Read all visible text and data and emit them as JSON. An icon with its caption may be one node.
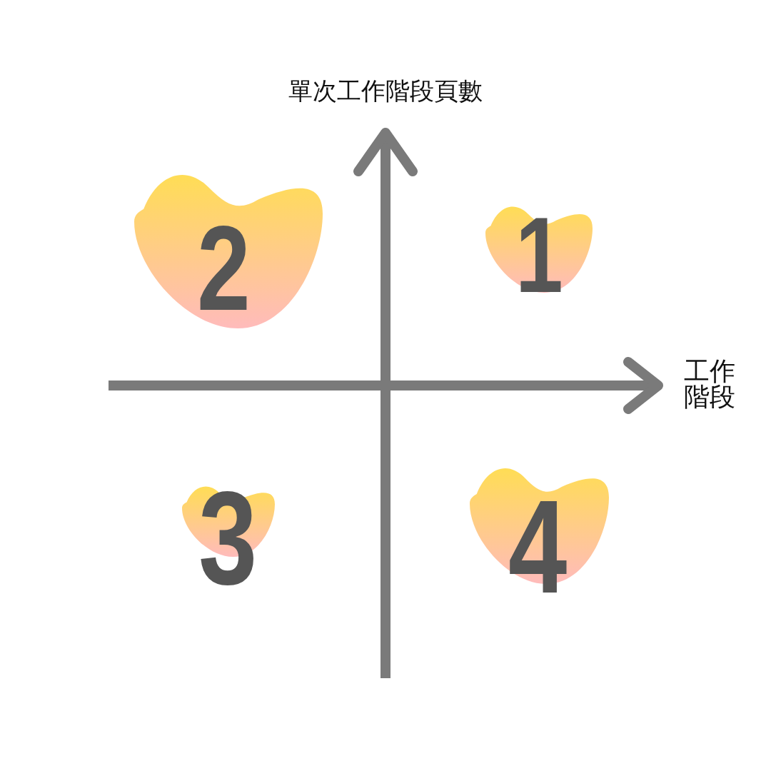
{
  "diagram": {
    "nodes": [
      {
        "text": [
          "1"
        ]
      },
      {
        "text": [
          "2"
        ]
      },
      {
        "text": [
          "3"
        ]
      },
      {
        "text": [
          "4"
        ]
      }
    ],
    "edges": [],
    "labels": [
      "單次工作階段頁數",
      "工作階段"
    ]
  }
}
